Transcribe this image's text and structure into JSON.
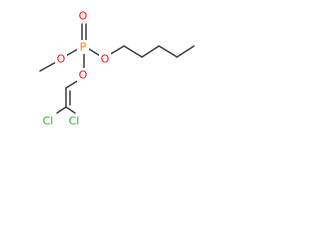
{
  "molecule": {
    "atoms": {
      "oxo_oxygen": {
        "label": "O",
        "color": "#ff0d0d"
      },
      "methoxy_oxygen": {
        "label": "O",
        "color": "#ff0d0d"
      },
      "pentoxy_oxygen": {
        "label": "O",
        "color": "#ff0d0d"
      },
      "vinyloxy_oxygen": {
        "label": "O",
        "color": "#ff0d0d"
      },
      "phosphorus": {
        "label": "P",
        "color": "#ff8000"
      },
      "chlorine_left": {
        "label": "Cl",
        "color": "#1fb61f"
      },
      "chlorine_right": {
        "label": "Cl",
        "color": "#1fb61f"
      }
    },
    "bond_color": "#3a3a3a"
  }
}
